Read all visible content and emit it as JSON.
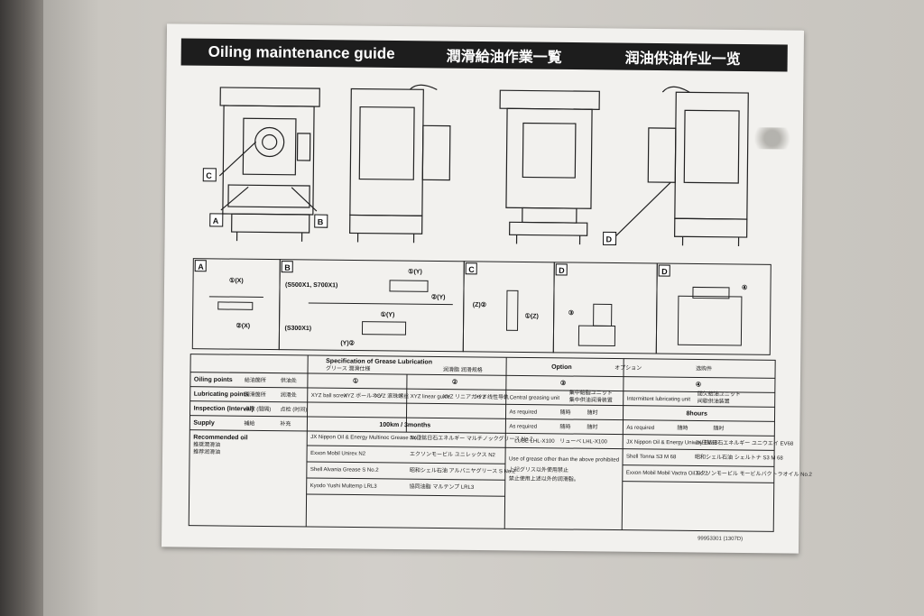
{
  "title": {
    "en": "Oiling maintenance guide",
    "ja": "潤滑給油作業一覧",
    "zh": "润油供油作业一览"
  },
  "machine_callouts": [
    "C",
    "A",
    "B",
    "D"
  ],
  "details": {
    "a": {
      "letter": "A",
      "labels": [
        "①(X)",
        "②(X)"
      ]
    },
    "b": {
      "letter": "B",
      "model1": "(S500X1, S700X1)",
      "model2": "(S300X1)",
      "labels1": [
        "①(Y)",
        "②(Y)"
      ],
      "labels2": [
        "①(Y)",
        "(Y)②"
      ]
    },
    "c": {
      "letter": "C",
      "labels": [
        "(Z)②",
        "①(Z)"
      ]
    },
    "d1": {
      "letter": "D",
      "label": "③"
    },
    "d2": {
      "letter": "D",
      "label": "④"
    }
  },
  "table": {
    "spec_header": "Specification of Grease Lubrication",
    "spec_header_ja": "グリース 潤滑仕様",
    "spec_header_zh": "润滑脂 润滑规格",
    "option_header": "Option",
    "option_header_ja": "オプション",
    "option_header_zh": "选购件",
    "rows": [
      {
        "en": "Oiling points",
        "ja": "給油箇所",
        "zh": "供油处"
      },
      {
        "en": "Lubricating points",
        "ja": "潤滑箇所",
        "zh": "润滑处"
      },
      {
        "en": "Inspection (Interval)",
        "ja": "点検 (間隔)",
        "zh": "点检 (时间)"
      },
      {
        "en": "Supply",
        "ja": "補給",
        "zh": "补充"
      },
      {
        "en": "Recommended oil",
        "ja": "推奨潤滑油",
        "zh": "推荐润滑油"
      }
    ],
    "col1": {
      "num": "①",
      "items": [
        "XYZ ball screw",
        "XYZ ボールネジ",
        "XYZ 滚珠螺丝"
      ]
    },
    "col2": {
      "num": "②",
      "items": [
        "XYZ linear guide",
        "XYZ リニアガイド",
        "XYZ 线性导轨"
      ]
    },
    "col3": {
      "num": "③",
      "point": "Central greasing unit",
      "point_ja": "集中給脂ユニット",
      "point_zh": "集中供油润滑装置",
      "inspection": "As required",
      "inspection_ja": "随時",
      "inspection_zh": "随时",
      "supply": "As required",
      "supply_ja": "随時",
      "supply_zh": "随时",
      "oil1": "LUBE LHL-X100",
      "oil1_ja": "リューベ LHL-X100",
      "note1": "Use of grease other than the above prohibited",
      "note2": "上記グリス以外使用禁止",
      "note3": "禁止使用上述以外的润滑脂。"
    },
    "col4": {
      "num": "④",
      "point": "Intermittent lubricating unit",
      "point_ja": "間欠給油ユニット",
      "point_zh": "间歇供油装置",
      "inspection": "8hours",
      "supply": "As required",
      "supply_ja": "随時",
      "supply_zh": "随时",
      "oils": [
        "JX Nippon Oil & Energy Uniway EV68",
        "JX日鉱日石エネルギー ユニウエイ EV68",
        "Shell Tonna S3 M 68",
        "昭和シェル石油 シェルトナ S3 M 68",
        "Exxon Mobil Mobil Vactra Oil No.2",
        "エクソンモービル モービルバクトラオイル No.2"
      ]
    },
    "interval": "100km / 3months",
    "grease_oils": [
      "JX Nippon Oil & Energy Multinoc Grease No.2",
      "JX日鉱日石エネルギー マルチノックグリース No.2",
      "Exxon Mobil Unirex N2",
      "エクソンモービル ユニレックス N2",
      "Shell Alvania Grease S No.2",
      "昭和シェル石油 アルバニヤグリース S No.2",
      "Kyodo Yushi Multemp LRL3",
      "協同油脂 マルテンプ LRL3"
    ]
  },
  "part_no": "99953301 (1307D)"
}
